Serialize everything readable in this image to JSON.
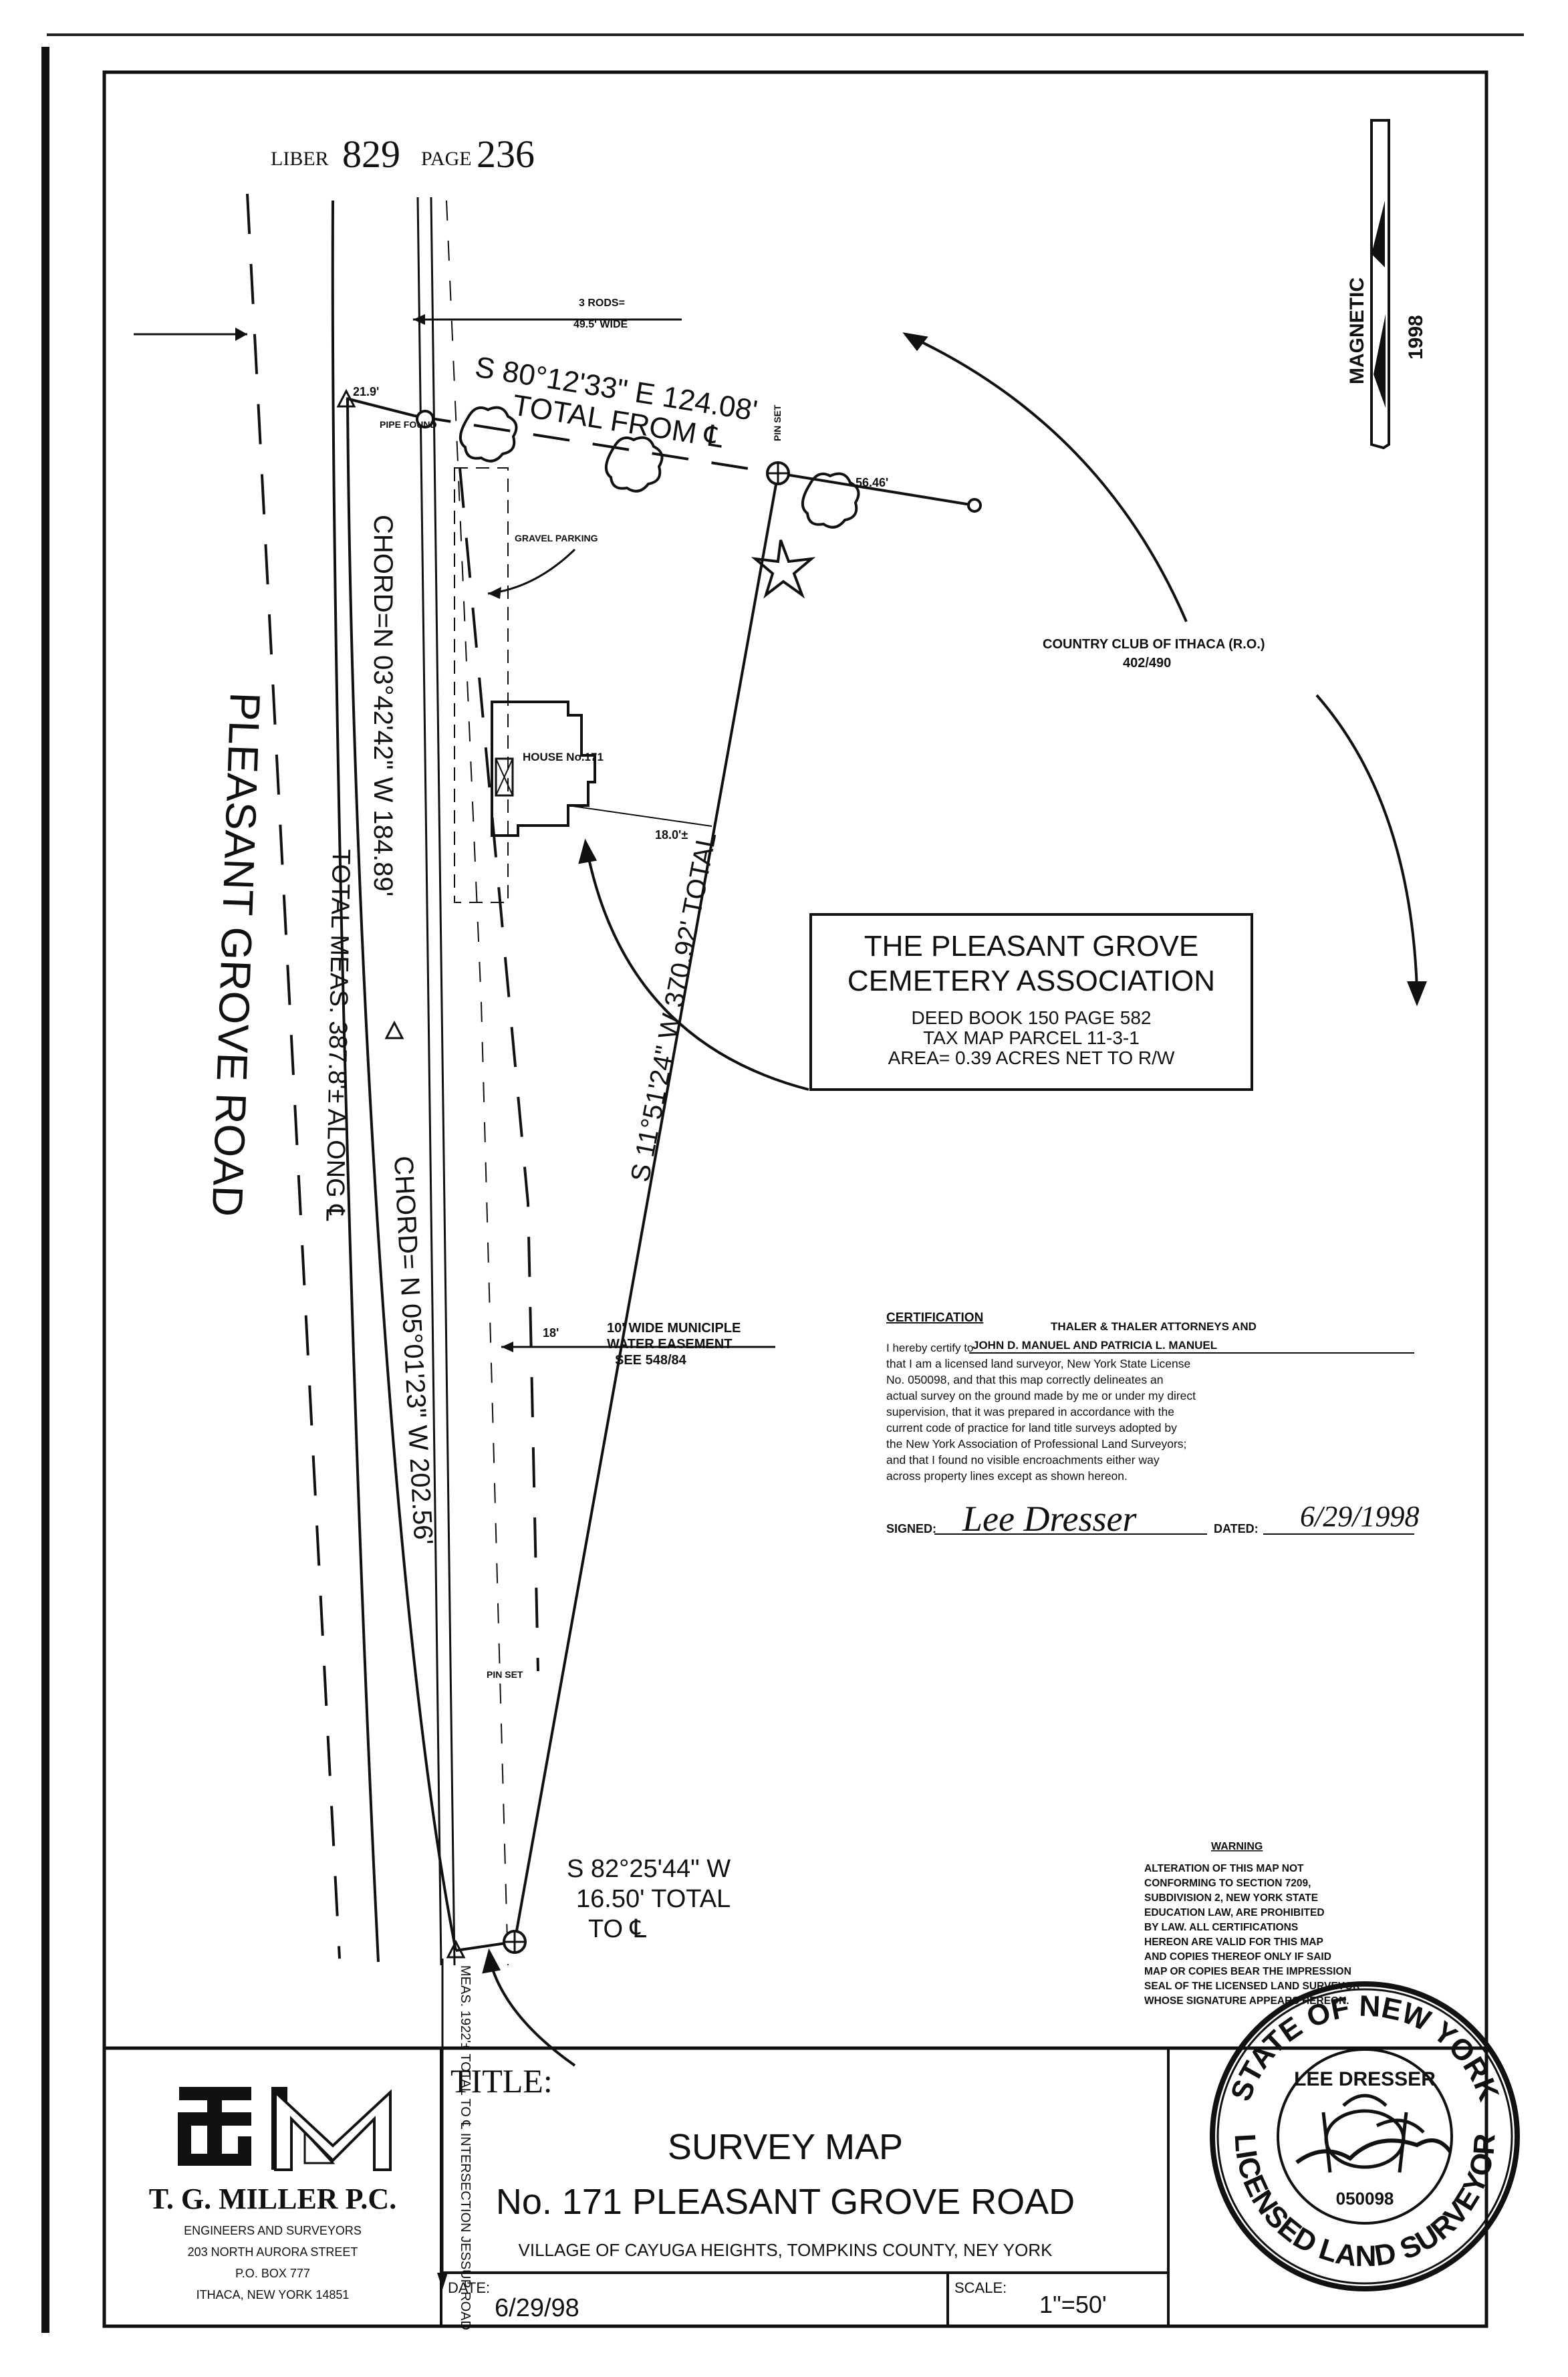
{
  "header": {
    "liber_label": "LIBER",
    "liber_number": "829",
    "page_label": "PAGE",
    "page_number": "236"
  },
  "north_arrow": {
    "label": "MAGNETIC",
    "year": "1998"
  },
  "road": {
    "name": "PLEASANT GROVE ROAD"
  },
  "boundary": {
    "north_bearing": "S 80°12'33\" E 124.08'",
    "north_total": "TOTAL FROM ℄",
    "east_bearing": "S 11°51'24\" W 370.92' TOTAL",
    "south_bearing": "S 82°25'44\" W",
    "south_distance": "16.50' TOTAL",
    "south_total": "TO ℄",
    "chord_north": "CHORD=N 03°42'42\" W 184.89'",
    "chord_south": "CHORD= N 05°01'23\" W 202.56'",
    "total_meas": "TOTAL MEAS. 387.8'± ALONG ℄",
    "meas_intersection": "MEAS. 1922'± TOTAL TO ℄ INTERSECTION JESSUP ROAD"
  },
  "labels": {
    "rods": "3 RODS=",
    "rods_width": "49.5' WIDE",
    "dist_21": "21.9'",
    "dist_56": "56.46'",
    "dist_18a": "18.0'±",
    "dist_18b": "18'",
    "pipe_found": "PIPE FOUND",
    "pin_set_top": "PIN SET",
    "pin_set_bottom": "PIN SET",
    "gravel": "GRAVEL PARKING",
    "house": "HOUSE No.171",
    "easement_1": "10' WIDE MUNICIPLE",
    "easement_2": "WATER EASEMENT",
    "easement_3": "SEE 548/84"
  },
  "country_club": {
    "name": "COUNTRY CLUB OF ITHACA (R.O.)",
    "ref": "402/490"
  },
  "parcel": {
    "title_1": "THE PLEASANT GROVE",
    "title_2": "CEMETERY ASSOCIATION",
    "deed": "DEED BOOK 150 PAGE 582",
    "tax_map": "TAX MAP PARCEL 11-3-1",
    "area": "AREA= 0.39 ACRES NET TO R/W"
  },
  "certification": {
    "heading": "CERTIFICATION",
    "client_1": "THALER & THALER ATTORNEYS AND",
    "certify_prefix": "I hereby certify to",
    "client_2": "JOHN D. MANUEL AND PATRICIA L. MANUEL",
    "lines": [
      "that I am a licensed land surveyor, New York State License",
      "No. 050098, and that this map correctly delineates an",
      "actual survey on the ground made by me or under my direct",
      "supervision, that it was prepared in accordance with the",
      "current code of practice for land title surveys adopted by",
      "the New York Association of Professional Land Surveyors;",
      "and that I found no visible encroachments either way",
      "across property lines except as shown hereon."
    ],
    "signed_label": "SIGNED:",
    "signature": "Lee Dresser",
    "dated_label": "DATED:",
    "dated_value": "6/29/1998"
  },
  "warning": {
    "heading": "WARNING",
    "lines": [
      "ALTERATION OF THIS MAP NOT",
      "CONFORMING TO SECTION 7209,",
      "SUBDIVISION 2, NEW YORK STATE",
      "EDUCATION LAW, ARE PROHIBITED",
      "BY LAW.  ALL CERTIFICATIONS",
      "HEREON ARE VALID FOR THIS MAP",
      "AND COPIES THEREOF ONLY IF SAID",
      "MAP OR COPIES BEAR THE IMPRESSION",
      "SEAL OF THE LICENSED LAND SURVEYOR",
      "WHOSE SIGNATURE APPEARS HEREON."
    ]
  },
  "company": {
    "name": "T. G. MILLER P.C.",
    "line_1": "ENGINEERS AND SURVEYORS",
    "line_2": "203 NORTH AURORA STREET",
    "line_3": "P.O. BOX 777",
    "line_4": "ITHACA, NEW YORK 14851"
  },
  "title_block": {
    "title_label": "TITLE:",
    "main": "SURVEY MAP",
    "address": "No. 171 PLEASANT GROVE ROAD",
    "location": "VILLAGE OF CAYUGA HEIGHTS, TOMPKINS COUNTY, NEY YORK",
    "date_label": "DATE:",
    "date_value": "6/29/98",
    "scale_label": "SCALE:",
    "scale_value": "1\"=50'"
  },
  "seal": {
    "top": "STATE OF NEW YORK",
    "bottom": "LICENSED LAND SURVEYOR",
    "name": "LEE DRESSER",
    "number": "050098"
  }
}
